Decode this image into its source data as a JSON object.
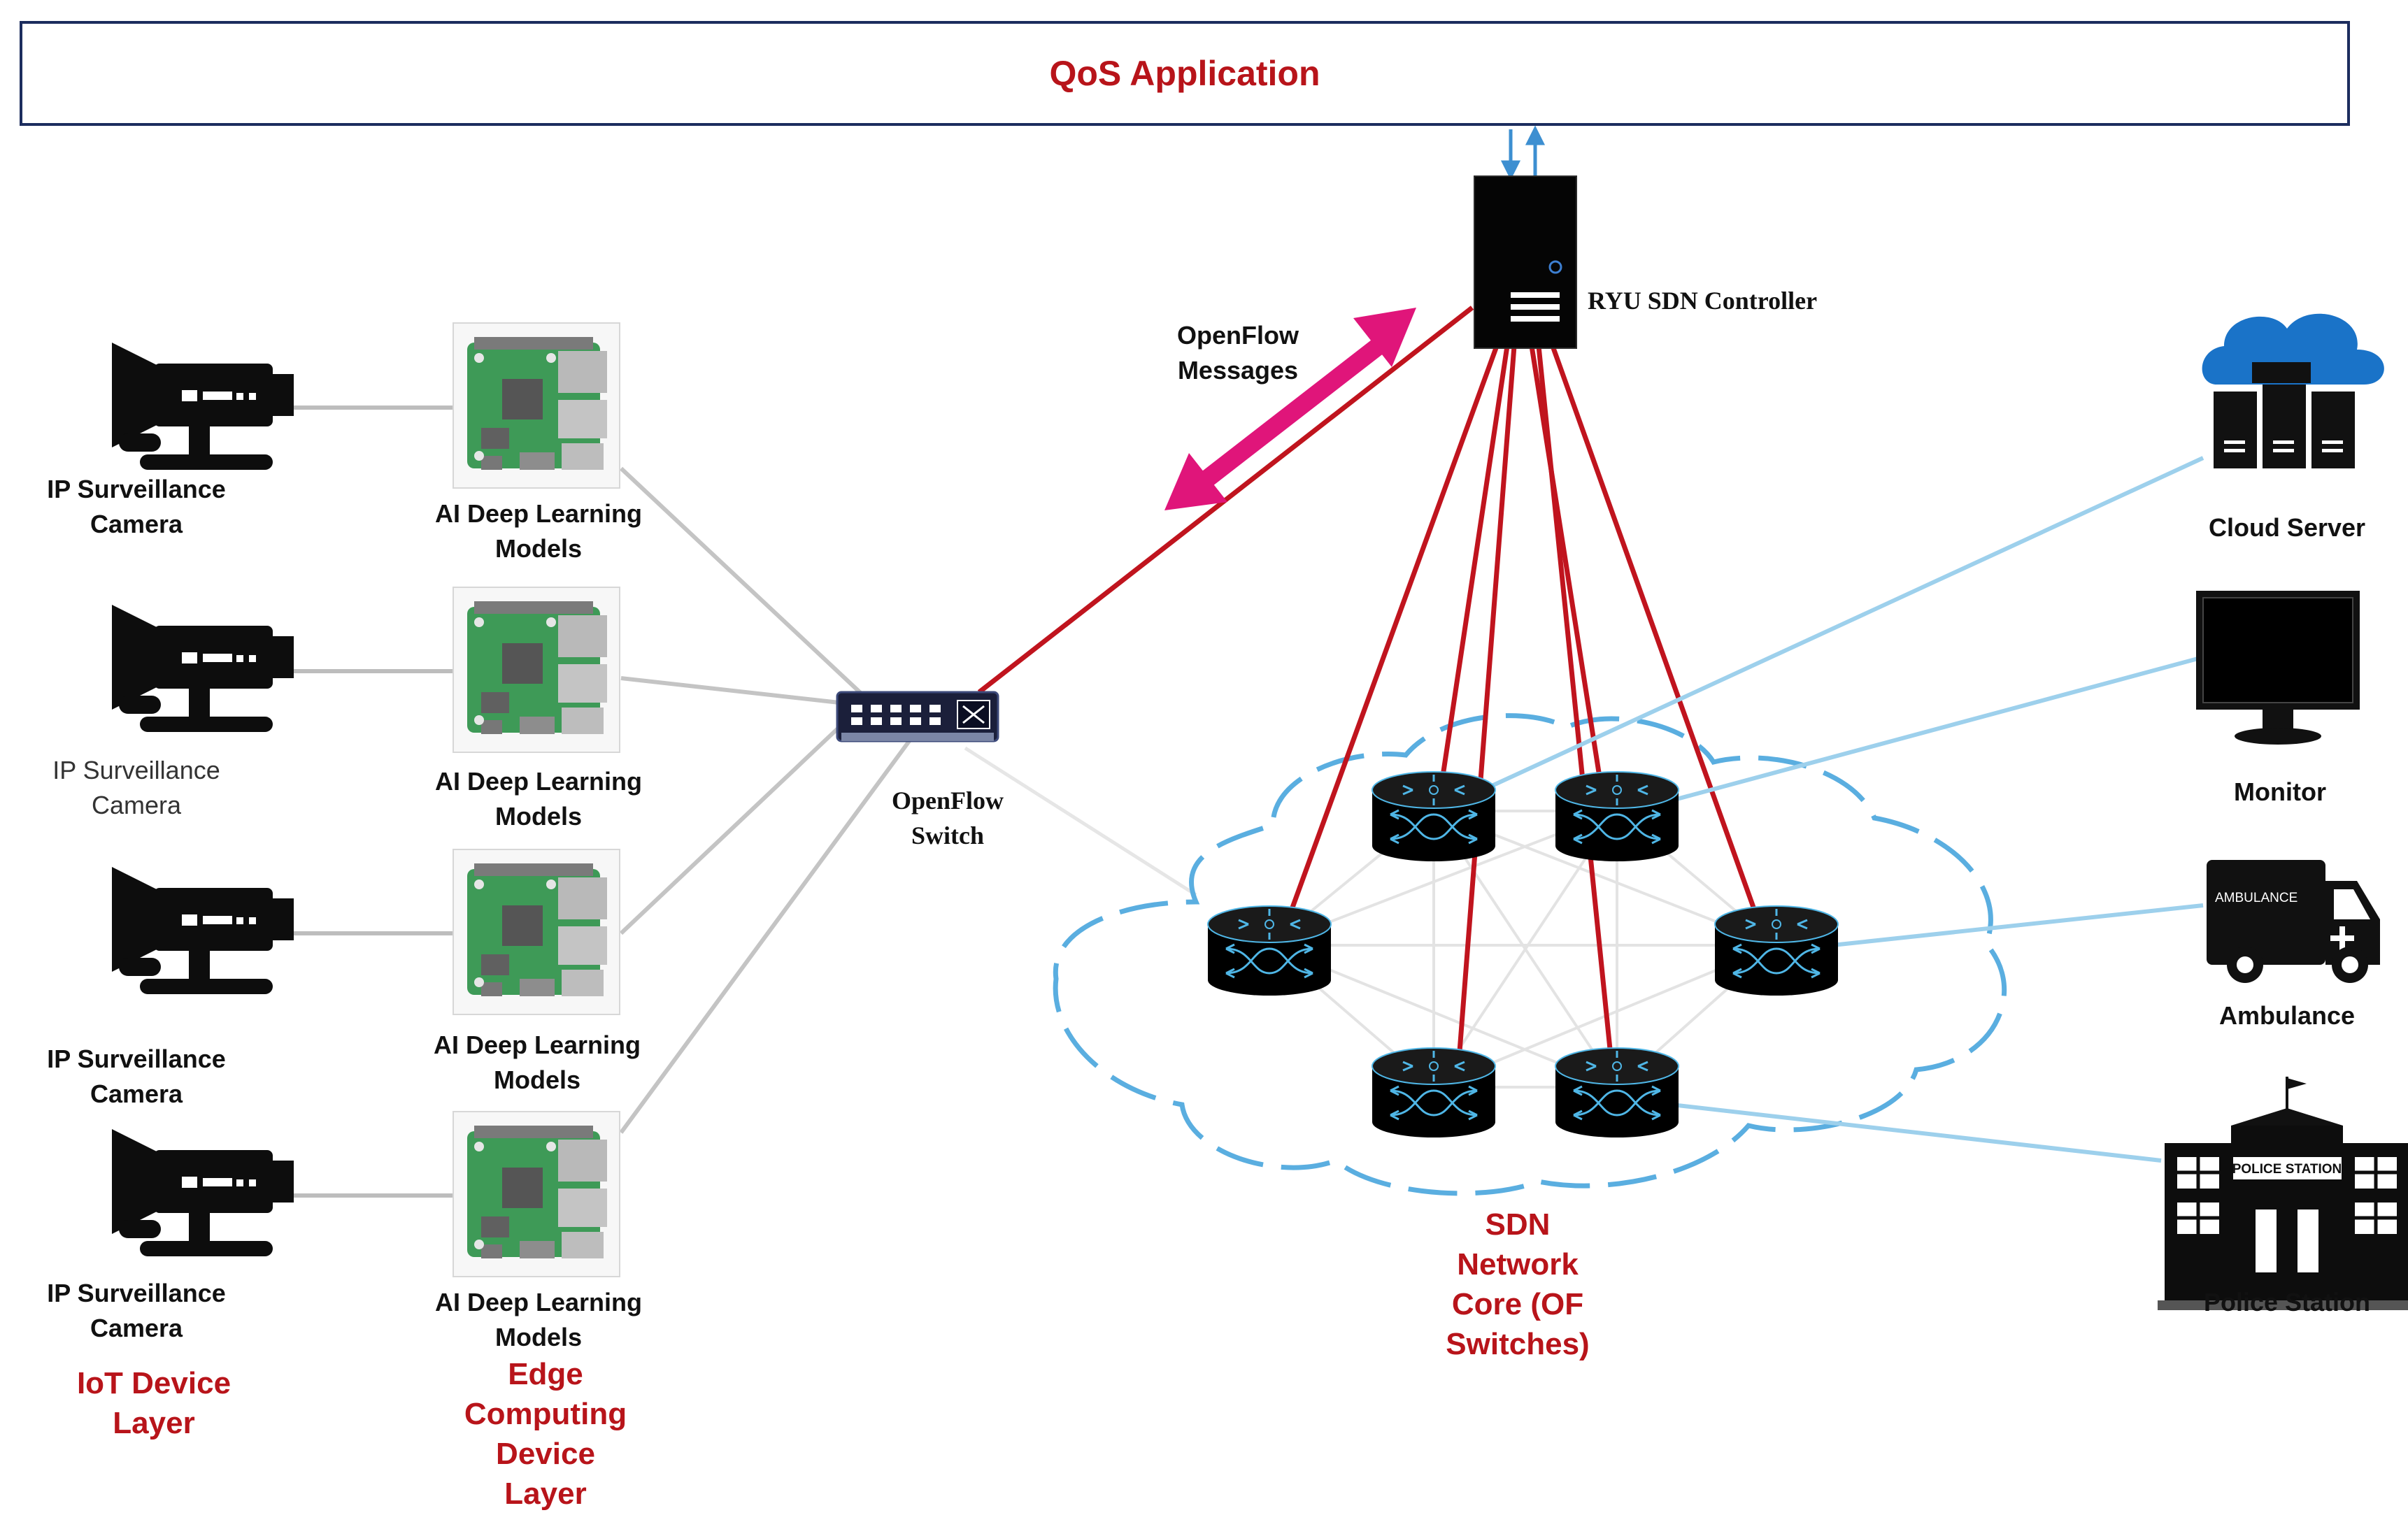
{
  "header": {
    "title": "QoS Application"
  },
  "controller": {
    "label": "RYU SDN Controller"
  },
  "openflow_messages": {
    "line1": "OpenFlow",
    "line2": "Messages"
  },
  "switch": {
    "line1": "OpenFlow",
    "line2": "Switch"
  },
  "cameras": [
    {
      "line1": "IP Surveillance",
      "line2": "Camera"
    },
    {
      "line1": "IP Surveillance",
      "line2": "Camera"
    },
    {
      "line1": "IP Surveillance",
      "line2": "Camera"
    },
    {
      "line1": "IP Surveillance",
      "line2": "Camera"
    }
  ],
  "edge_devices": [
    {
      "line1": "AI Deep Learning",
      "line2": "Models"
    },
    {
      "line1": "AI Deep Learning",
      "line2": "Models"
    },
    {
      "line1": "AI Deep Learning",
      "line2": "Models"
    },
    {
      "line1": "AI Deep Learning",
      "line2": "Models"
    }
  ],
  "layers": {
    "iot": {
      "line1": "IoT Device",
      "line2": "Layer"
    },
    "edge": {
      "line1": "Edge",
      "line2": "Computing",
      "line3": "Device",
      "line4": "Layer"
    },
    "sdn": {
      "line1": "SDN",
      "line2": "Network",
      "line3": "Core (OF",
      "line4": "Switches)"
    }
  },
  "endpoints": {
    "cloud": "Cloud Server",
    "monitor": "Monitor",
    "ambulance": "Ambulance",
    "police": "Police Station"
  },
  "icon_text": {
    "ambulance_sign": "AMBULANCE",
    "police_sign": "POLICE STATION"
  },
  "colors": {
    "accent_red": "#b8141a",
    "controller_link": "#c0141e",
    "openflow_arrow": "#e0157a",
    "cloud_dash": "#5aaee0",
    "endpoint_link": "#9dd0ec",
    "frame": "#1c2d5e"
  }
}
